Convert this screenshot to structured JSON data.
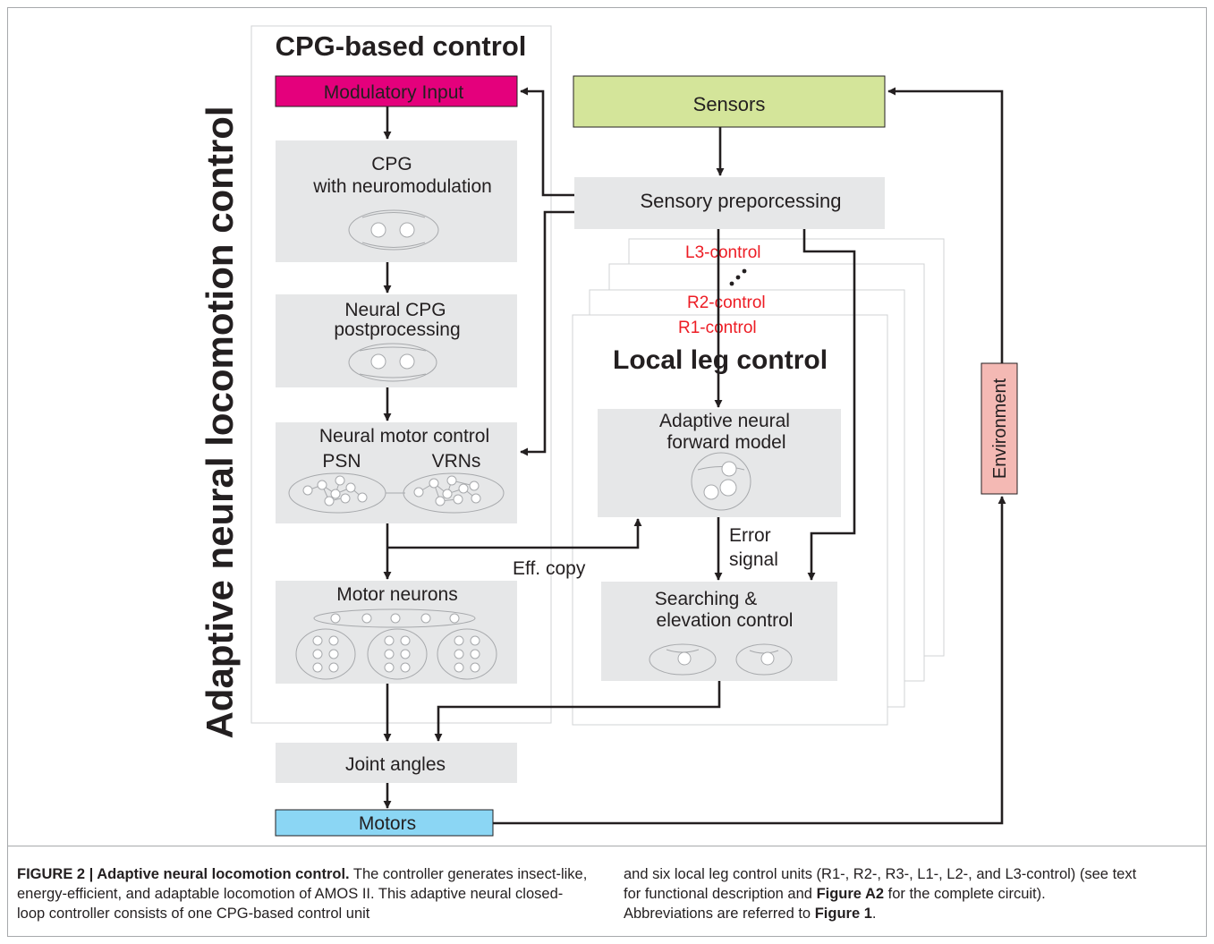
{
  "diagram": {
    "vertical_title": "Adaptive neural locomotion control",
    "cpg_title": "CPG-based control",
    "modulatory_input": "Modulatory Input",
    "sensors": "Sensors",
    "sensory_preprocessing": "Sensory preporcessing",
    "cpg_line1": "CPG",
    "cpg_line2": "with neuromodulation",
    "postproc_line1": "Neural CPG",
    "postproc_line2": "postprocessing",
    "motor_control": "Neural motor control",
    "psn": "PSN",
    "vrns": "VRNs",
    "motor_neurons": "Motor neurons",
    "joint_angles": "Joint angles",
    "motors": "Motors",
    "environment": "Environment",
    "l3_control": "L3-control",
    "r2_control": "R2-control",
    "r1_control": "R1-control",
    "local_leg_title": "Local leg control",
    "forward_line1": "Adaptive neural",
    "forward_line2": "forward model",
    "error_line1": "Error",
    "error_line2": "signal",
    "eff_copy": "Eff. copy",
    "search_line1": "Searching &",
    "search_line2": "elevation control"
  },
  "caption": {
    "fig_label": "FIGURE 2 | Adaptive neural locomotion control.",
    "left_text": " The controller generates insect-like, energy-efficient, and adaptable locomotion of AMOS II. This adaptive neural closed-loop controller consists of one CPG-based control unit",
    "right_part1": "and six local leg control units (R1-, R2-, R3-, L1-, L2-, and L3-control) (see text",
    "right_part2": "for functional description and ",
    "right_bold1": "Figure A2",
    "right_part3": " for the complete circuit).",
    "right_part4": "Abbreviations are referred to ",
    "right_bold2": "Figure 1",
    "right_part5": "."
  },
  "colors": {
    "modulatory": "#e4007c",
    "sensors": "#d4e59a",
    "motors": "#8bd6f4",
    "environment": "#f4b9b4",
    "module_gray": "#e6e7e8",
    "accent_red": "#ed1c24"
  }
}
